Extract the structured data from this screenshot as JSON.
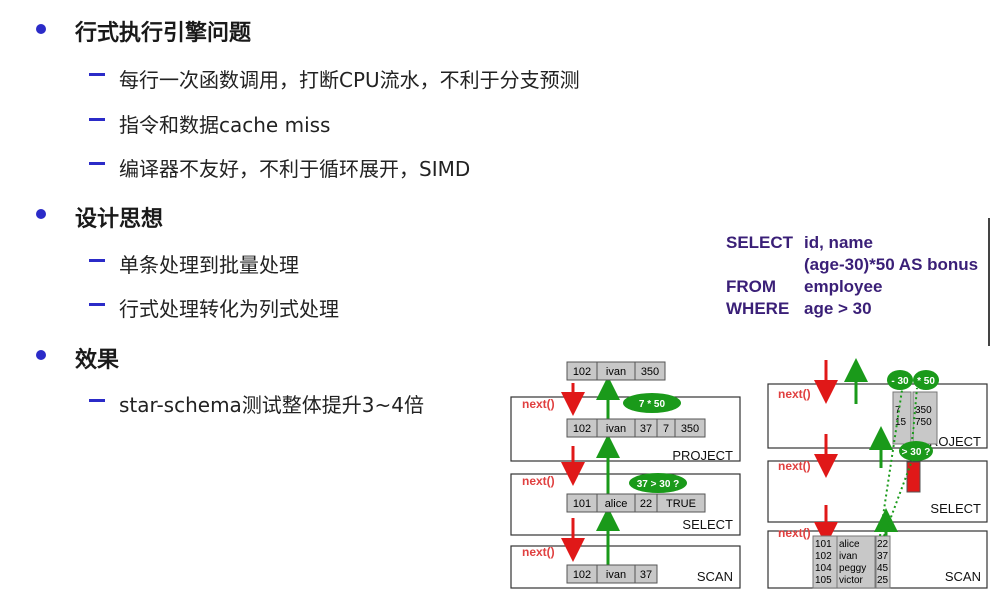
{
  "bullets": [
    {
      "title": "行式执行引擎问题",
      "items": [
        "每行一次函数调用，打断CPU流水，不利于分支预测",
        "指令和数据cache miss",
        "编译器不友好，不利于循环展开，SIMD"
      ]
    },
    {
      "title": "设计思想",
      "items": [
        "单条处理到批量处理",
        "行式处理转化为列式处理"
      ]
    },
    {
      "title": "效果",
      "items": [
        "star-schema测试整体提升3~4倍"
      ]
    }
  ],
  "sql": {
    "select_kw": "SELECT",
    "select_arg": "id, name",
    "select_arg2": "(age-30)*50 AS bonus",
    "from_kw": "FROM",
    "from_arg": "employee",
    "where_kw": "WHERE",
    "where_arg": "age > 30"
  },
  "row_diagram": {
    "next_label": "next()",
    "project_label": "PROJECT",
    "select_label": "SELECT",
    "scan_label": "SCAN",
    "output_row": [
      "102",
      "ivan",
      "350"
    ],
    "project_row": [
      "102",
      "ivan",
      "37",
      "7",
      "350"
    ],
    "project_expr": "7 * 50",
    "select_row": [
      "101",
      "alice",
      "22",
      "TRUE"
    ],
    "select_expr": "37 > 30 ?",
    "scan_row": [
      "102",
      "ivan",
      "37"
    ]
  },
  "vector_diagram": {
    "next_label": "next()",
    "project_label_partial": "ROJECT",
    "select_label": "SELECT",
    "scan_label": "SCAN",
    "sub_expr": "- 30",
    "mul_expr": "* 50",
    "cmp_expr": "> 30 ?",
    "col_minus": [
      "7",
      "15"
    ],
    "col_mul": [
      "350",
      "750"
    ],
    "scan_ids": [
      "101",
      "102",
      "104",
      "105"
    ],
    "scan_names": [
      "alice",
      "ivan",
      "peggy",
      "victor"
    ],
    "scan_ages": [
      "22",
      "37",
      "45",
      "25"
    ]
  },
  "colors": {
    "bullet": "#2b2bc8",
    "arrow_red": "#e01818",
    "arrow_green": "#1a9a1a",
    "sql": "#3a1f77",
    "cell": "#c8c8c8"
  }
}
